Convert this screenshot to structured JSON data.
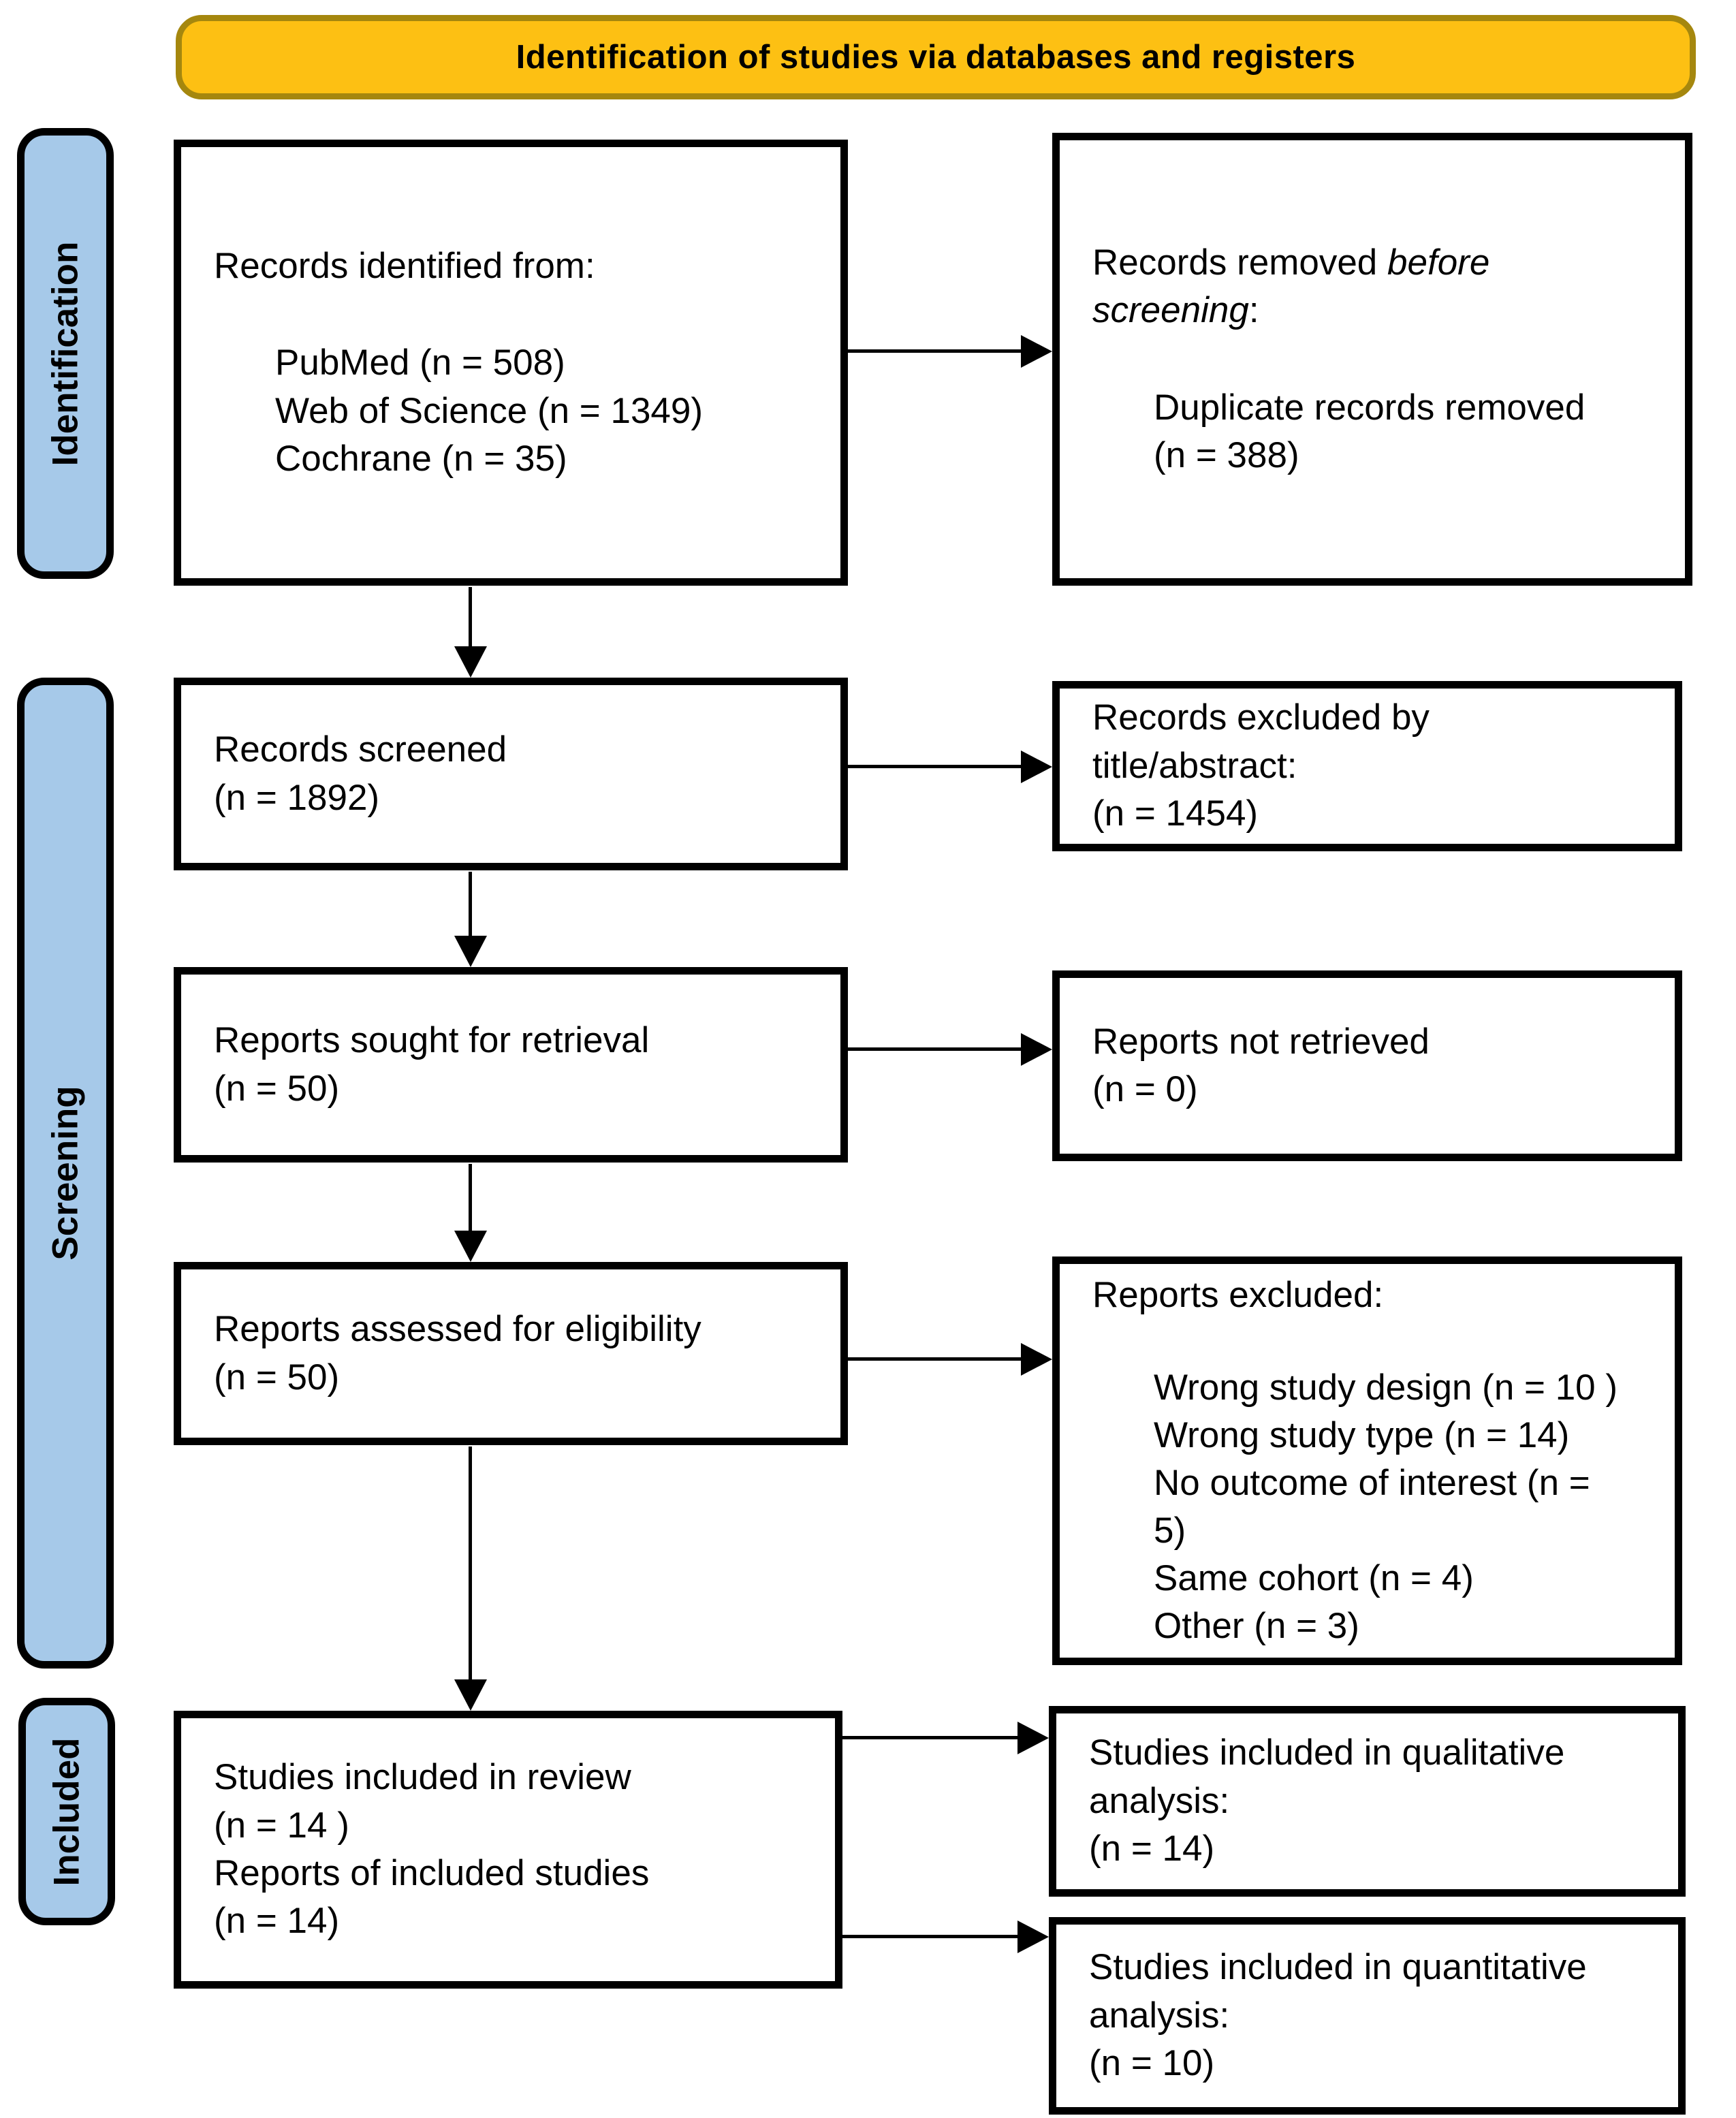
{
  "banner": {
    "title": "Identification of studies via databases and registers"
  },
  "stages": {
    "identification": "Identification",
    "screening": "Screening",
    "included": "Included"
  },
  "boxes": {
    "records_identified": {
      "intro": "Records identified from:",
      "items": [
        "PubMed (n = 508)",
        "Web of Science (n = 1349)",
        "Cochrane (n = 35)"
      ]
    },
    "records_removed": {
      "intro_prefix": "Records removed ",
      "intro_italic": "before screening",
      "intro_suffix": ":",
      "items": [
        "Duplicate records removed\n(n = 388)"
      ]
    },
    "records_screened": {
      "lines": [
        "Records screened",
        "(n = 1892)"
      ]
    },
    "records_excluded": {
      "lines": [
        "Records excluded by",
        "title/abstract:",
        "(n = 1454)"
      ]
    },
    "reports_sought": {
      "lines": [
        "Reports sought for retrieval",
        "(n = 50)"
      ]
    },
    "reports_not_retrieved": {
      "lines": [
        "Reports not retrieved",
        "(n = 0)"
      ]
    },
    "reports_assessed": {
      "lines": [
        "Reports assessed for eligibility",
        "(n = 50)"
      ]
    },
    "reports_excluded": {
      "intro": "Reports excluded:",
      "items": [
        "Wrong study design (n = 10 )",
        "Wrong study type (n = 14)",
        "No outcome of interest (n =\n5)",
        "Same cohort (n = 4)",
        "Other (n = 3)"
      ]
    },
    "studies_included": {
      "lines": [
        "Studies included in review",
        "(n = 14 )",
        "Reports of included studies",
        "(n = 14)"
      ]
    },
    "qualitative": {
      "lines": [
        "Studies included in qualitative",
        "analysis:",
        "(n = 14)"
      ]
    },
    "quantitative": {
      "lines": [
        "Studies included in quantitative",
        "analysis:",
        "(n = 10)"
      ]
    }
  },
  "colors": {
    "banner_fill": "#FDC013",
    "banner_border": "#A5870E",
    "stage_fill": "#A6C9E9",
    "box_border": "#000000"
  }
}
